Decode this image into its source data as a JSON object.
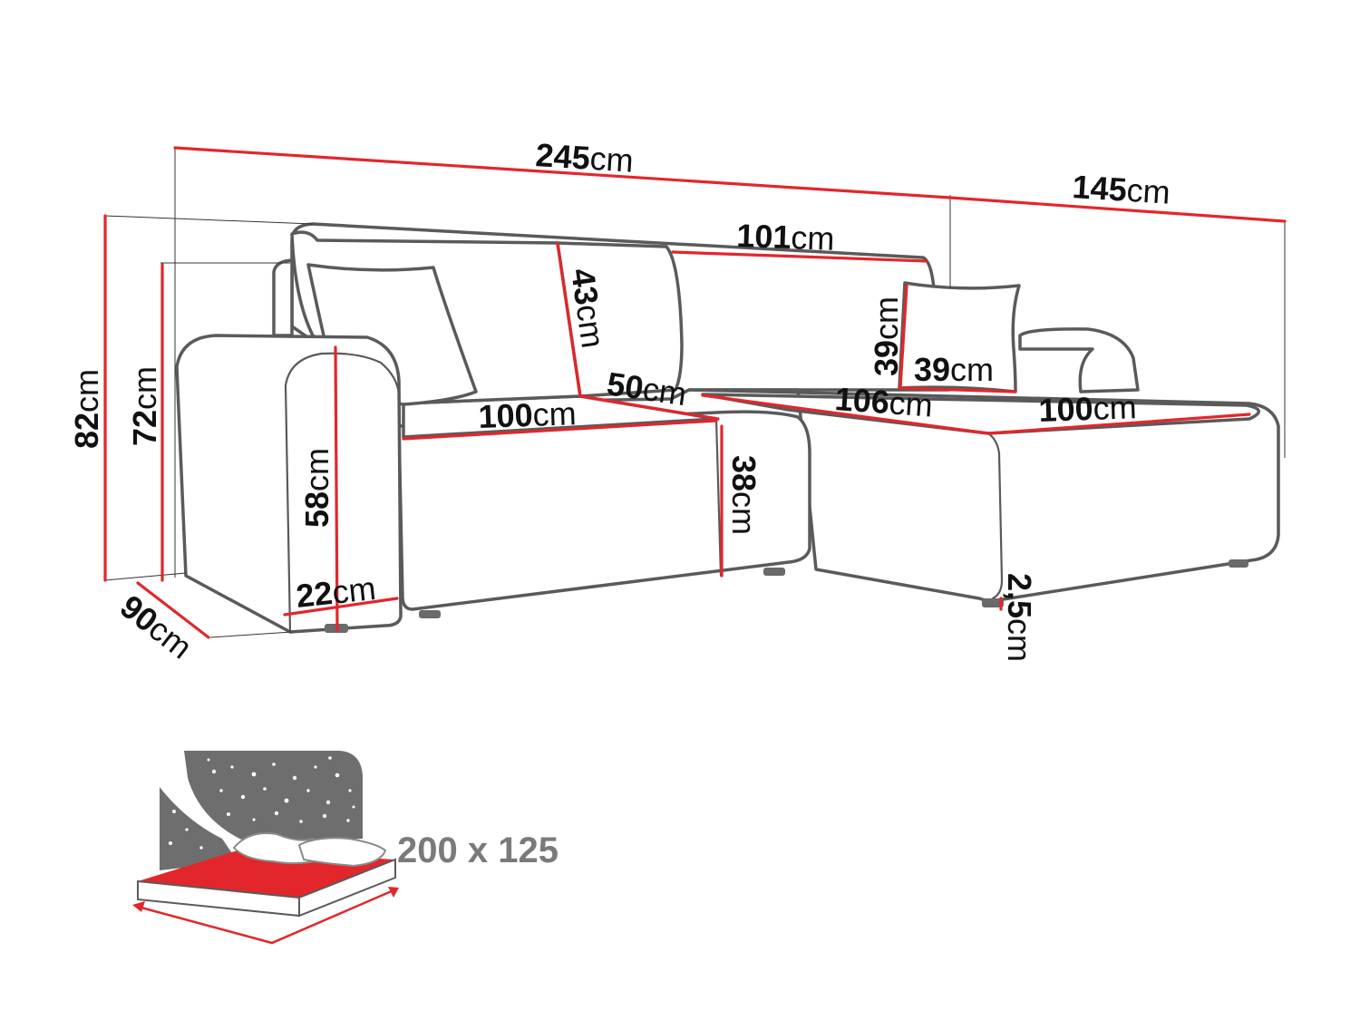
{
  "unit": "cm",
  "dimensions": {
    "total_length": "245",
    "chaise_width": "145",
    "backrest_length": "101",
    "total_height": "82",
    "backrest_height": "72",
    "depth": "90",
    "armrest_height": "58",
    "armrest_width": "22",
    "seat_length": "100",
    "back_cushion_height": "43",
    "seat_depth": "50",
    "seat_height": "38",
    "pillow_height": "39",
    "pillow_width": "39",
    "chaise_inner_length": "106",
    "chaise_seat_length": "100",
    "leg_height": "2,5"
  },
  "sleeping_area": {
    "label": "200 x 125"
  },
  "colors": {
    "dimension_line": "#e3262b",
    "outline": "#5a5a5a",
    "mattress": "#e3262b",
    "night_sky": "#6e6e6e"
  },
  "icons": [
    "sleeping-function-icon"
  ]
}
